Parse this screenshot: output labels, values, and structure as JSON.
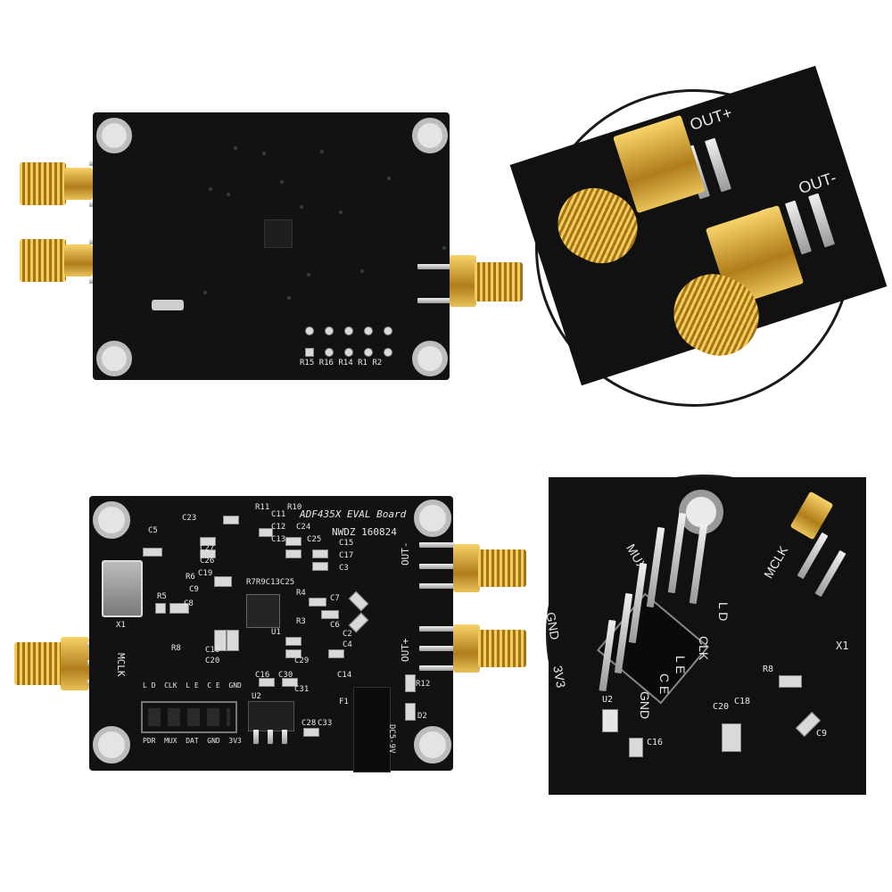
{
  "board_back": {
    "resistor_labels": [
      "R15",
      "R16",
      "R14",
      "R1",
      "R2"
    ]
  },
  "board_front": {
    "title": "ADF435X EVAL Board",
    "maker": "NWDZ 160824",
    "out_minus": "OUT-",
    "out_plus": "OUT+",
    "mclk": "MCLK",
    "x1": "X1",
    "u1": "U1",
    "u2": "U2",
    "header_top": [
      "L D",
      "CLK",
      "L E",
      "C E",
      "GND"
    ],
    "header_bottom": [
      "PDR",
      "MUX",
      "DAT",
      "GND",
      "3V3"
    ],
    "dc_label": "DC5-9V",
    "caps": [
      "C15",
      "C17",
      "C3",
      "C2",
      "C4",
      "C14",
      "C16",
      "C30",
      "C31",
      "C28",
      "C33",
      "C7",
      "C6",
      "C27",
      "C26",
      "C19",
      "C18",
      "C20",
      "C5",
      "C8",
      "C9",
      "C11",
      "C12",
      "C24",
      "C23",
      "C25",
      "C13",
      "C29"
    ],
    "res_labels": [
      "R7R9C13C25",
      "R4",
      "R3",
      "R5",
      "R6",
      "R8",
      "R10",
      "R11",
      "R12",
      "D2",
      "F1"
    ]
  },
  "zoom_top": {
    "out_plus": "OUT+",
    "out_minus": "OUT-"
  },
  "zoom_bottom": {
    "mclk": "MCLK",
    "labels": [
      "GND",
      "C E",
      "L E",
      "CLK",
      "L D",
      "3V3",
      "MUX",
      "GND"
    ],
    "parts": [
      "U2",
      "C16",
      "C20",
      "C18",
      "R8",
      "C9",
      "X1"
    ]
  }
}
